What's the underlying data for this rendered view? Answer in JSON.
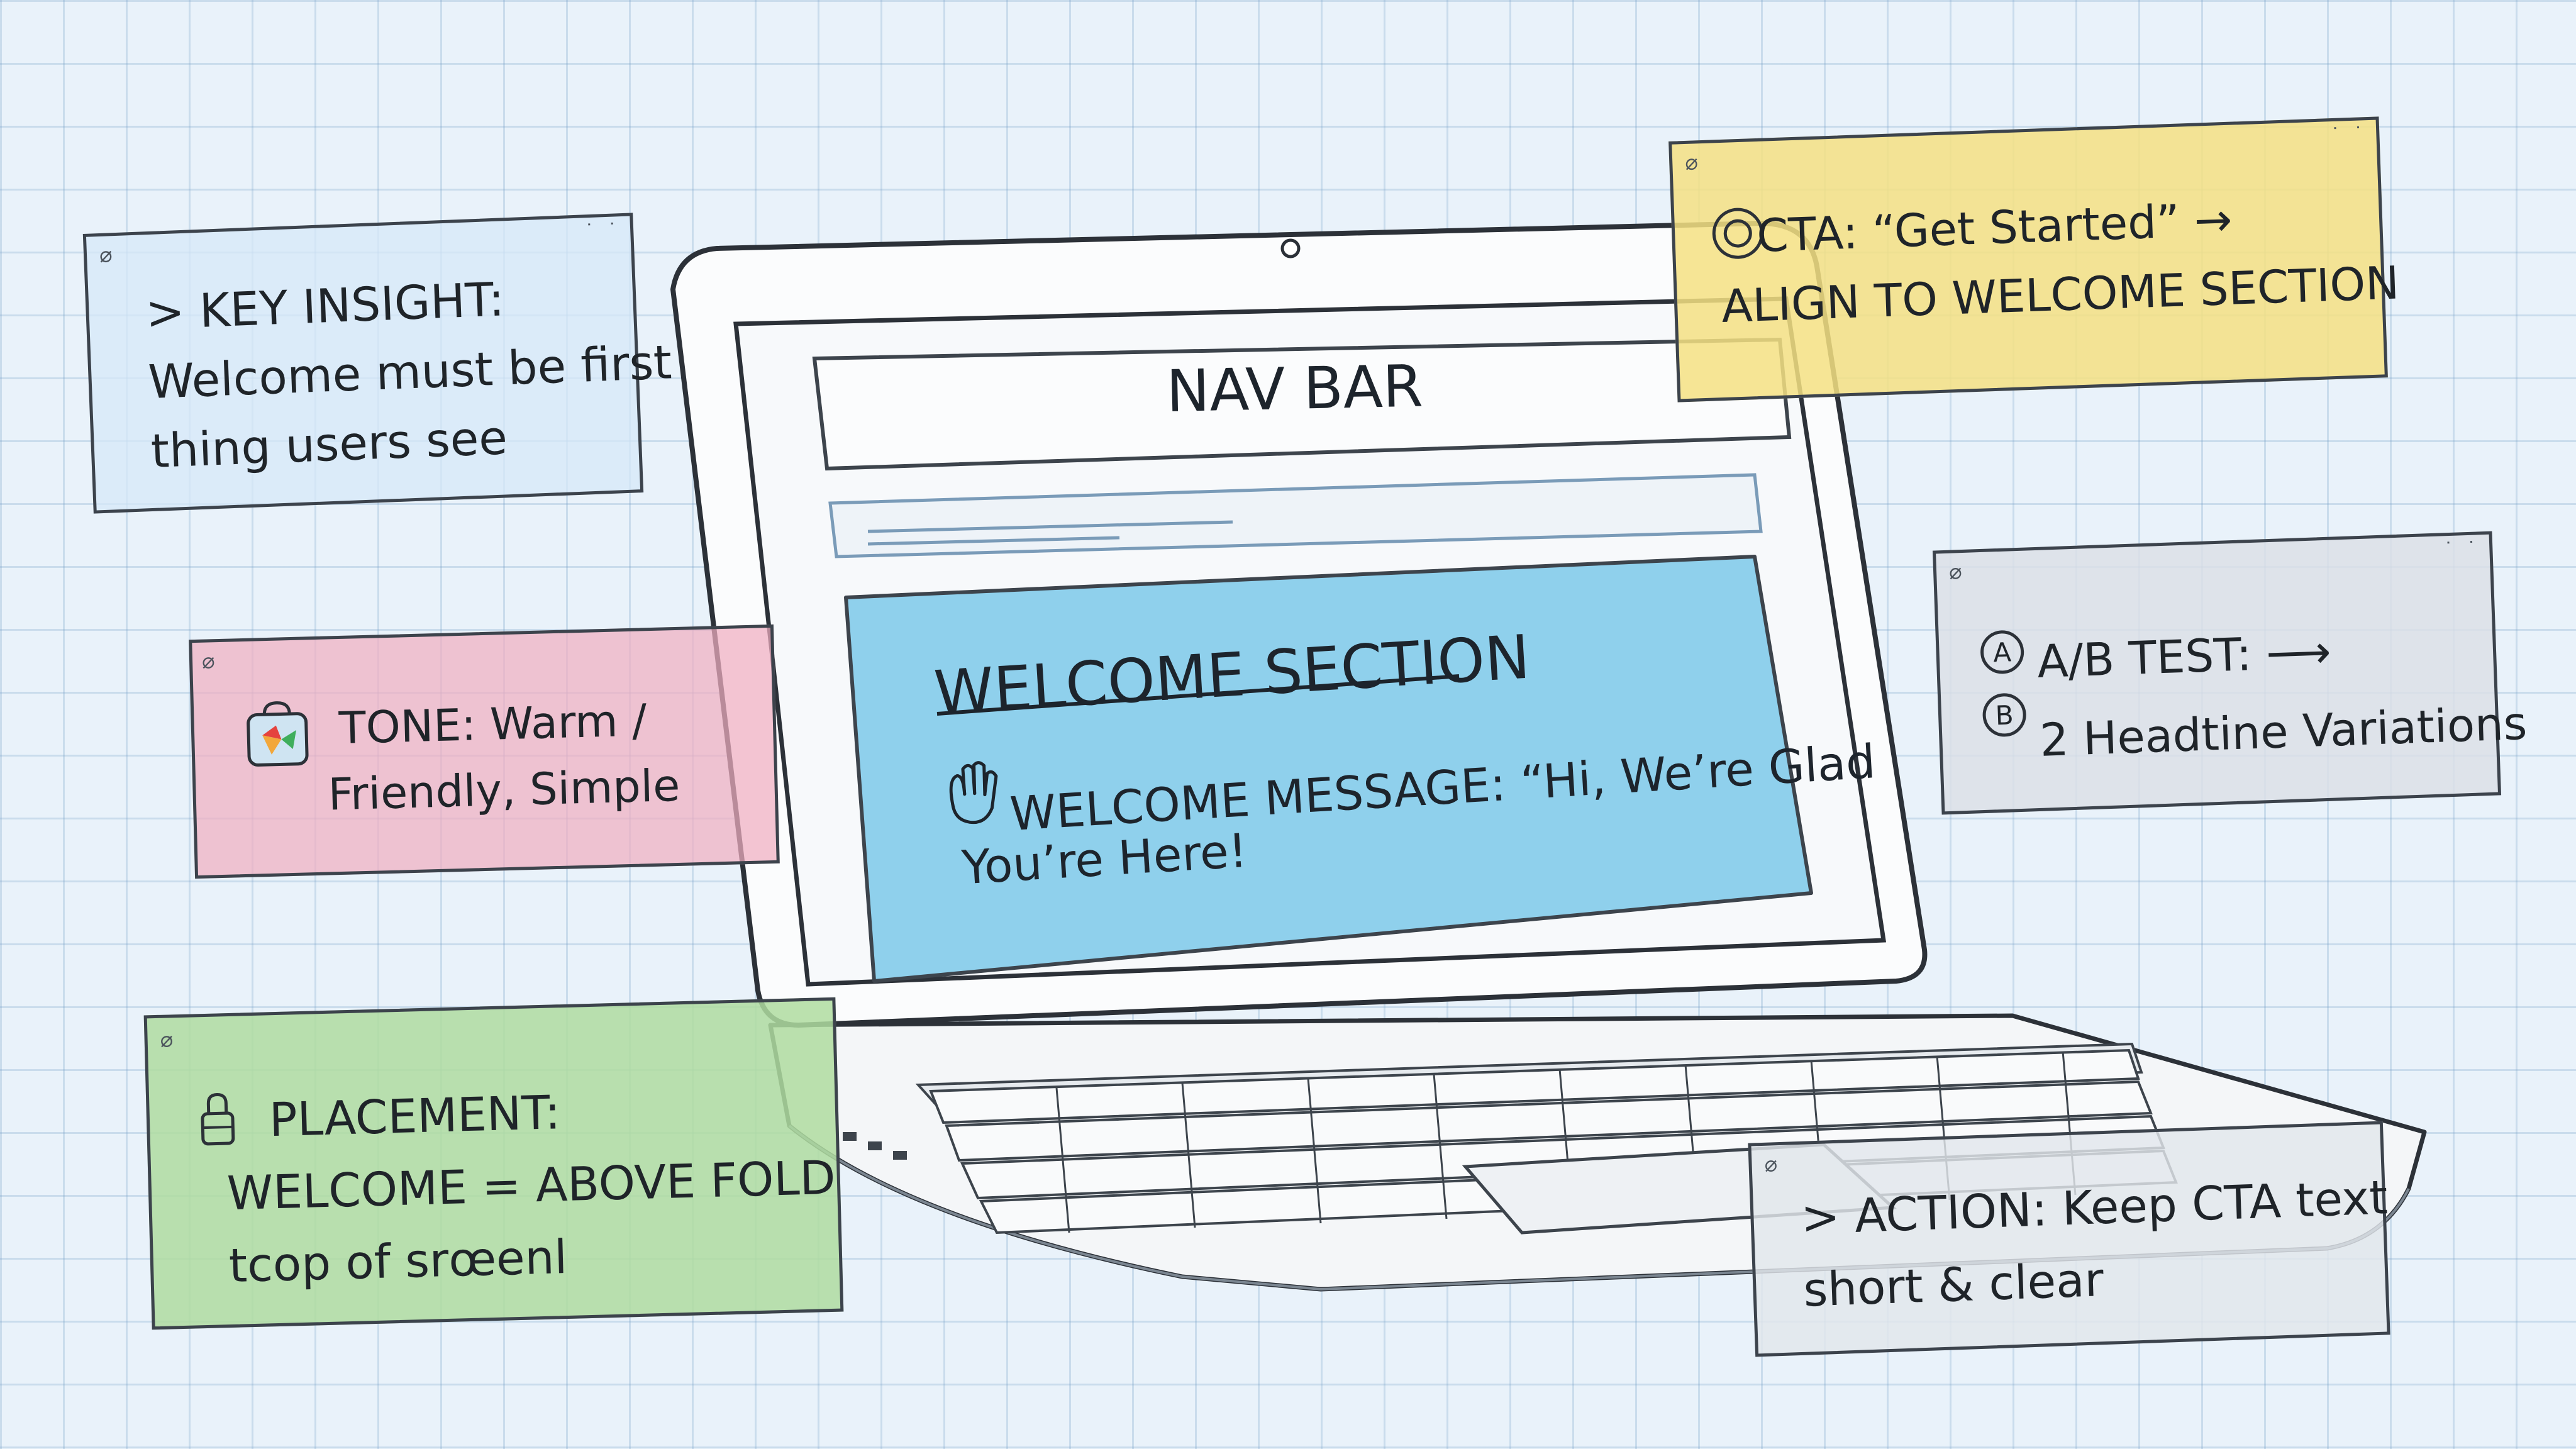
{
  "laptop": {
    "nav_bar_label": "NAV BAR",
    "welcome_title": "WELCOME SECTION",
    "welcome_message_line1": "WELCOME MESSAGE: “Hi, We’re Glad",
    "welcome_message_line2": "You’re Here!"
  },
  "notes": {
    "key_insight": {
      "line1": "> KEY INSIGHT:",
      "line2": "Welcome must be first",
      "line3": "thing users see"
    },
    "tone": {
      "line1": "TONE: Warm /",
      "line2": "Friendly, Simple"
    },
    "cta": {
      "line1": "CTA: “Get Started” →",
      "line2": "ALIGN TO WELCOME SECTION"
    },
    "ab_test": {
      "line1": "A/B TEST: ⟶",
      "line2": "2 Headtine Variations",
      "badge_a": "A",
      "badge_b": "B"
    },
    "placement": {
      "line1": "PLACEMENT:",
      "line2": "WELCOME = ABOVE FOLD",
      "line3": "tcop of srœenl"
    },
    "action": {
      "line1": "> ACTION: Keep CTA text",
      "line2": "short & clear"
    }
  },
  "icons": {
    "tone": "gift-bag-icon",
    "cta": "target-icon",
    "ab_test": "ab-badge-icon",
    "placement": "lock-icon",
    "welcome_message": "waving-hand-icon"
  },
  "colors": {
    "welcome_section": "#8fd0ec",
    "tone_note": "#f0afc0",
    "cta_note": "#f5e082",
    "placement_note": "#afdca0",
    "key_insight_note": "#d6e8f8",
    "gray_note": "#dcdfe6"
  }
}
